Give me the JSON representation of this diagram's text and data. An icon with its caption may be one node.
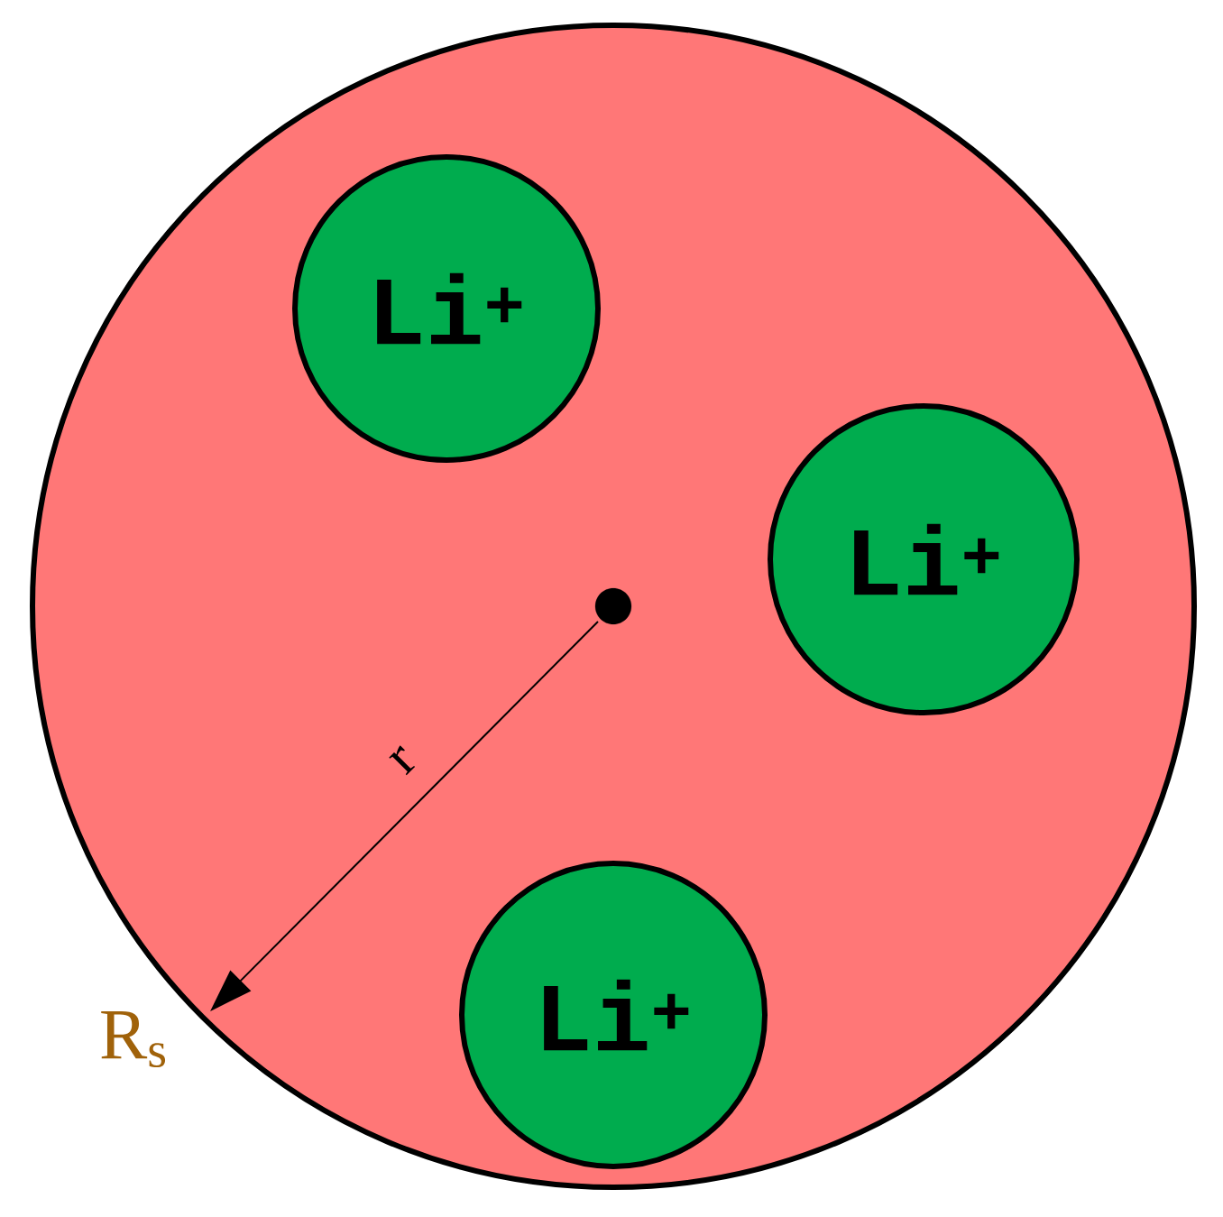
{
  "diagram": {
    "nodes": [
      {
        "text": [],
        "shape": "circle"
      },
      {
        "text": [
          "Li$^{+}$"
        ],
        "in": 0
      },
      {
        "text": [
          "Li$^{+}$"
        ],
        "in": 0
      },
      {
        "text": [
          "Li$^{+}$"
        ],
        "in": 0
      },
      {
        "text": [],
        "shape": "circle",
        "in": 0
      }
    ],
    "labels": [
      "r",
      "R$_{s}$"
    ]
  }
}
